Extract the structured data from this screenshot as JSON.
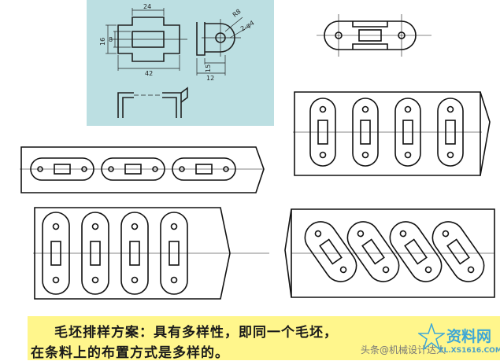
{
  "part_drawing": {
    "dim_top": "24",
    "dim_left_outer": "16",
    "dim_left_inner": "8",
    "dim_bottom": "42",
    "dim_radius": "R8",
    "dim_hole": "2-φ4",
    "dim_bend": "15",
    "dim_side": "12"
  },
  "caption": {
    "line1": "毛坯排样方案：具有多样性，即同一个毛坯，",
    "line2": "在条料上的布置方式是多样的。"
  },
  "credit": "头条@机械设计达人",
  "watermark": {
    "name": "资料网",
    "url": "ZL.XS1616.COM"
  }
}
